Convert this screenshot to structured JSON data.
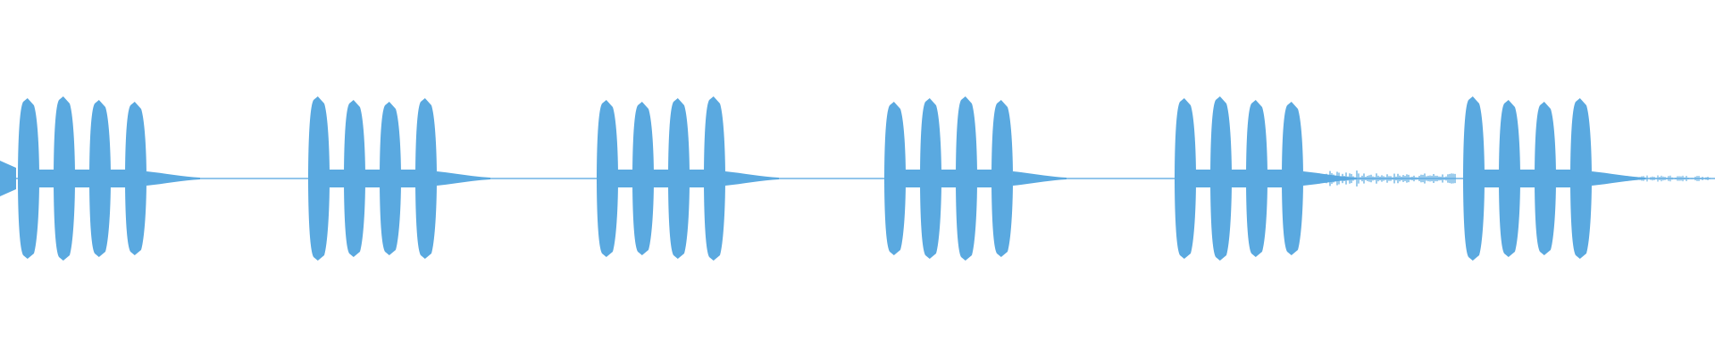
{
  "waveform": {
    "color": "#5aa9e0",
    "baseline_color": "#6eb3e6",
    "groups": 6,
    "pulses_per_group": 4,
    "shape": "amplitude envelope of repeated audio bursts"
  }
}
